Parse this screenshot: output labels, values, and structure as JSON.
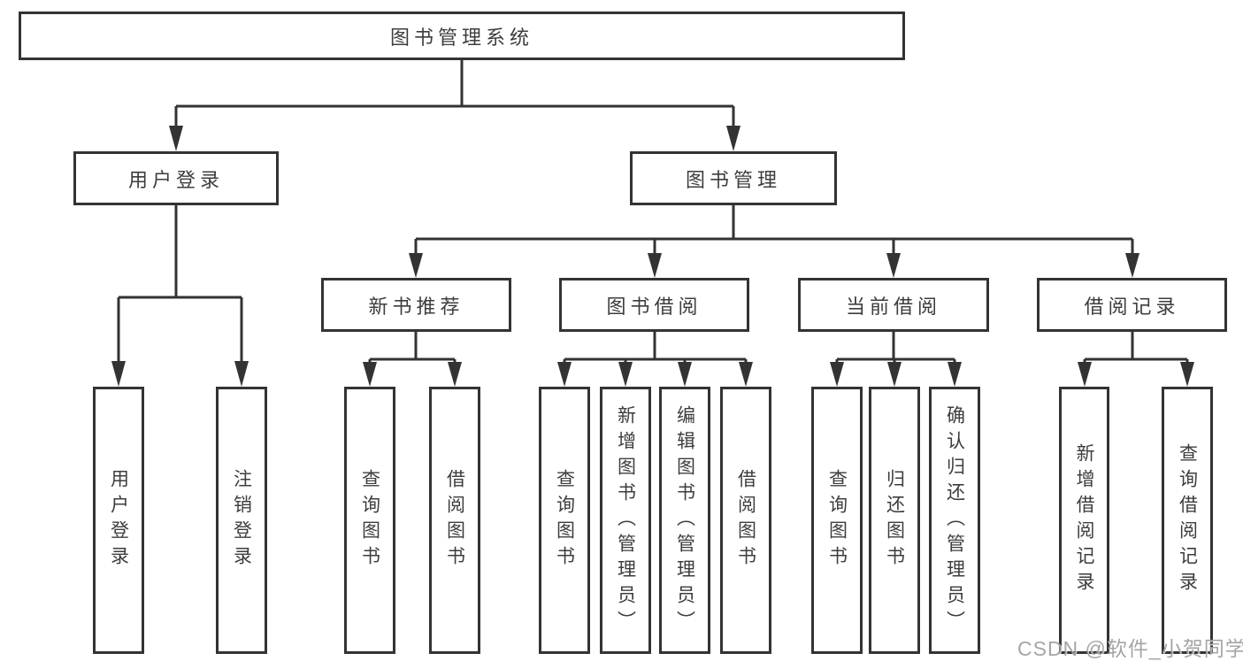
{
  "diagram": {
    "root": "图书管理系统",
    "branches": [
      {
        "label": "用户登录",
        "leaves": [
          "用户登录",
          "注销登录"
        ]
      },
      {
        "label": "图书管理",
        "children": [
          {
            "label": "新书推荐",
            "leaves": [
              "查询图书",
              "借阅图书"
            ]
          },
          {
            "label": "图书借阅",
            "leaves": [
              "查询图书",
              "新增图书（管理员）",
              "编辑图书（管理员）",
              "借阅图书"
            ]
          },
          {
            "label": "当前借阅",
            "leaves": [
              "查询图书",
              "归还图书",
              "确认归还（管理员）"
            ]
          },
          {
            "label": "借阅记录",
            "leaves": [
              "新增借阅记录",
              "查询借阅记录"
            ]
          }
        ]
      }
    ]
  },
  "watermark": {
    "text": "CSDN @软件_小贺同学"
  },
  "colors": {
    "line": "#333333",
    "box_border": "#333333",
    "text": "#3d3d3d",
    "watermark": "#989898",
    "background": "#ffffff"
  }
}
